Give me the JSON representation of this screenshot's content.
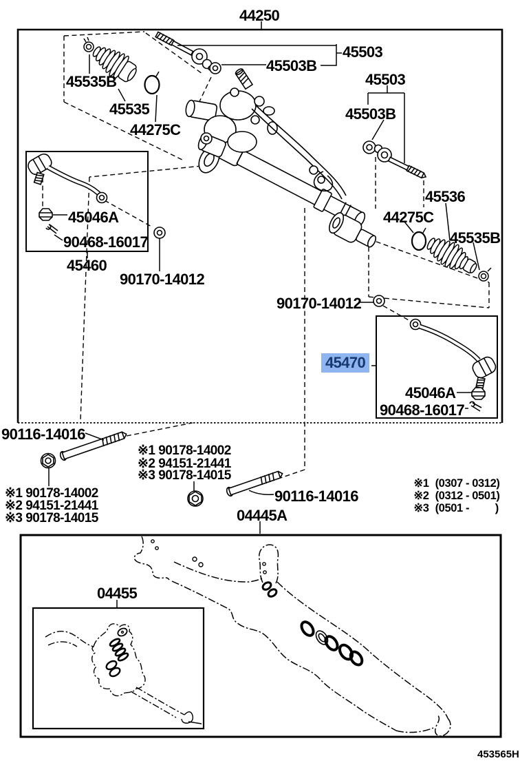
{
  "diagram": {
    "code": "453565H"
  },
  "parts": {
    "rack_and_pinion_assy": "44250",
    "tie_rod_sub_assy": "45503",
    "tie_rod_inner": "45503B",
    "boot_clamp": "45535B",
    "steering_rack_boot": "45535",
    "boot_clip": "44275C",
    "rack_boot_rh": "45536",
    "tie_rod_end_lh": "45460",
    "tie_rod_end_rh_selected": "45470",
    "castle_nut": "45046A",
    "cotter_pin": "90468-16017",
    "washer": "90170-14012",
    "bolt": "90116-14016",
    "gasket_kit_power": "04445A",
    "gasket_kit_sub": "04455"
  },
  "substitutions": [
    {
      "mark": "※1",
      "part": "90178-14002"
    },
    {
      "mark": "※2",
      "part": "94151-21441"
    },
    {
      "mark": "※3",
      "part": "90178-14015"
    }
  ],
  "date_ranges": [
    {
      "mark": "※1",
      "range": "(0307 - 0312)"
    },
    {
      "mark": "※2",
      "range": "(0312 - 0501)"
    },
    {
      "mark": "※3",
      "range": "(0501 -         )"
    }
  ],
  "highlight": {
    "part": "45470",
    "background": "#8fb5f0",
    "text_color": "#17386e"
  }
}
